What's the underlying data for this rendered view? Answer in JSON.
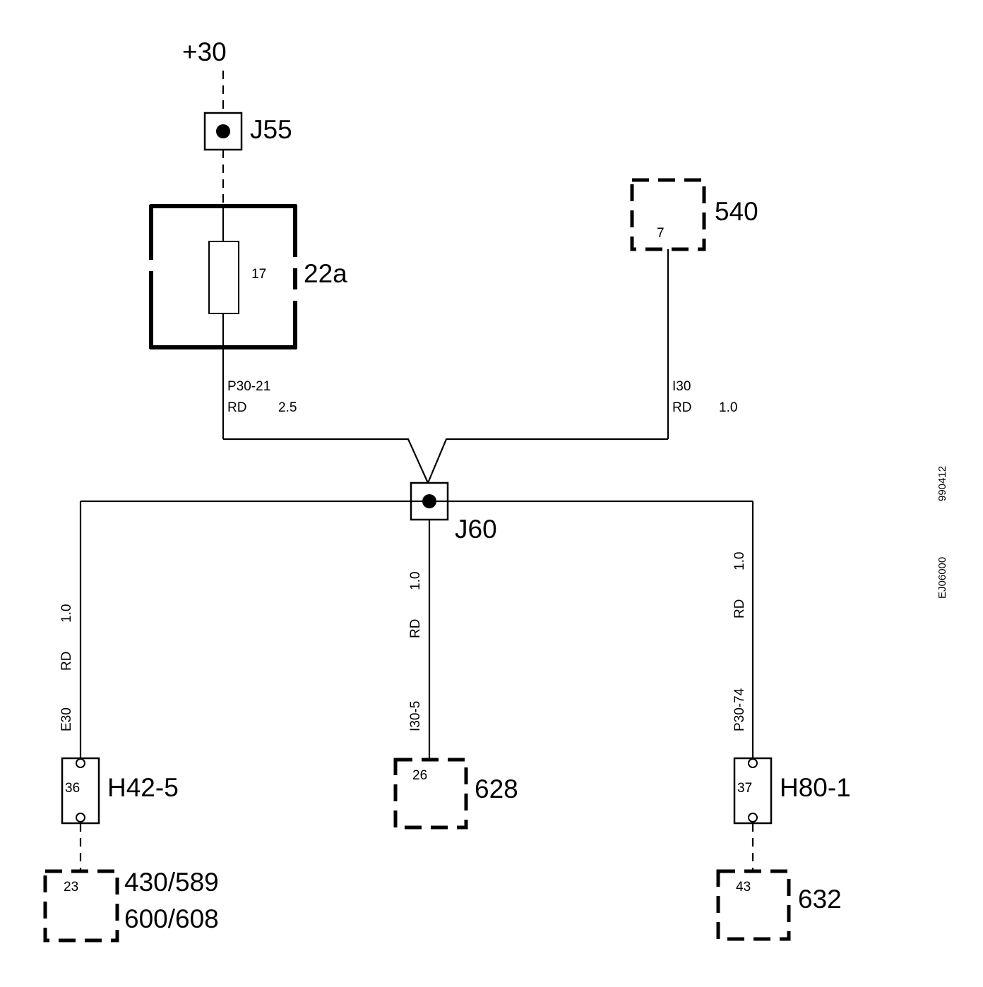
{
  "supply": {
    "label": "+30"
  },
  "junctions": {
    "j55": {
      "label": "J55"
    },
    "j60": {
      "label": "J60"
    }
  },
  "fuse_box": {
    "label": "22a",
    "fuse_number": "17"
  },
  "component_540": {
    "label": "540",
    "pin": "7"
  },
  "wire_p30_21": {
    "id": "P30-21",
    "color": "RD",
    "size": "2.5"
  },
  "wire_i30": {
    "id": "I30",
    "color": "RD",
    "size": "1.0"
  },
  "wire_e30": {
    "id": "E30",
    "color": "RD",
    "size": "1.0"
  },
  "wire_i30_5": {
    "id": "I30-5",
    "color": "RD",
    "size": "1.0"
  },
  "wire_p30_74": {
    "id": "P30-74",
    "color": "RD",
    "size": "1.0"
  },
  "connector_h42_5": {
    "label": "H42-5",
    "pin": "36"
  },
  "connector_h80_1": {
    "label": "H80-1",
    "pin": "37"
  },
  "component_628": {
    "label": "628",
    "pin": "26"
  },
  "component_430": {
    "label_line1": "430/589",
    "label_line2": "600/608",
    "pin": "23"
  },
  "component_632": {
    "label": "632",
    "pin": "43"
  },
  "side_codes": {
    "date_code": "990412",
    "diagram_code": "EJ06000"
  }
}
